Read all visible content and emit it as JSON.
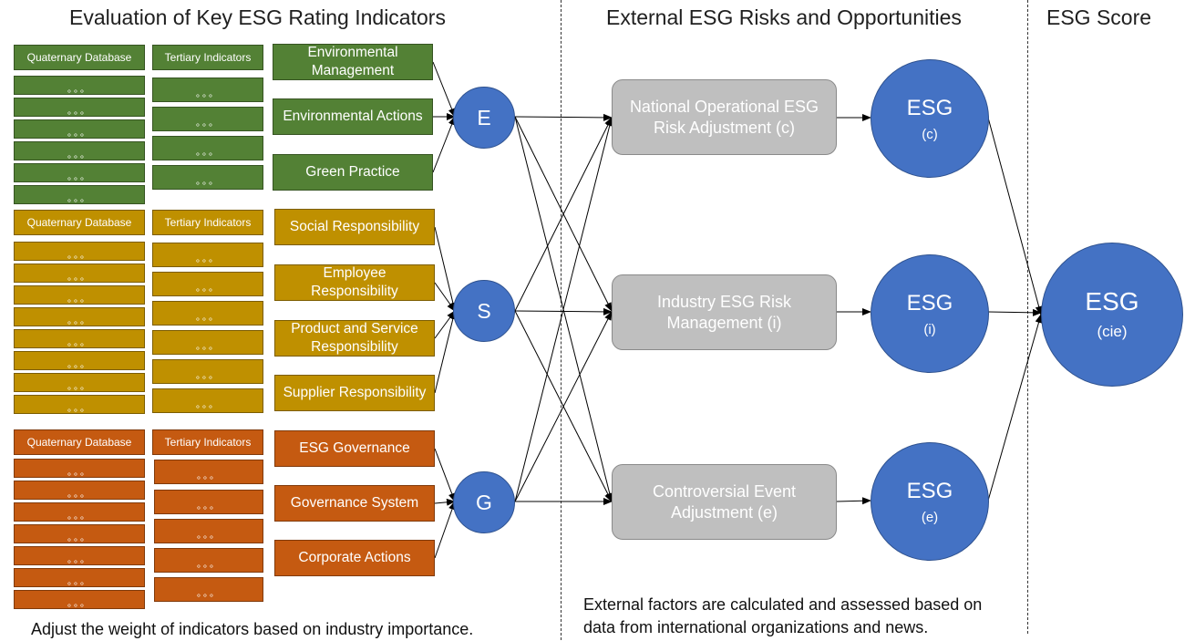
{
  "headers": {
    "evaluation": "Evaluation of Key ESG Rating Indicators",
    "external": "External ESG Risks and Opportunities",
    "score": "ESG Score"
  },
  "footnotes": {
    "left": "Adjust the weight of indicators based on industry importance.",
    "middle": "External factors are calculated and assessed based on data from international organizations and news."
  },
  "groups": [
    {
      "key": "environment",
      "color": "#538135",
      "quaternary_header": "Quaternary Database",
      "tertiary_header": "Tertiary Indicators",
      "dots": "。。。",
      "indicators": [
        "Environmental Management",
        "Environmental Actions",
        "Green Practice"
      ],
      "pillar": "E"
    },
    {
      "key": "social",
      "color": "#bf9000",
      "quaternary_header": "Quaternary Database",
      "tertiary_header": "Tertiary Indicators",
      "dots": "。。。",
      "indicators": [
        "Social Responsibility",
        "Employee Responsibility",
        "Product and Service Responsibility",
        "Supplier Responsibility"
      ],
      "pillar": "S"
    },
    {
      "key": "governance",
      "color": "#c55a11",
      "quaternary_header": "Quaternary Database",
      "tertiary_header": "Tertiary Indicators",
      "dots": "。。。",
      "indicators": [
        "ESG Governance",
        "Governance System",
        "Corporate Actions"
      ],
      "pillar": "G"
    }
  ],
  "risks": [
    {
      "label": "National Operational ESG Risk Adjustment (c)",
      "score_main": "ESG",
      "score_sub": "(c)"
    },
    {
      "label": "Industry ESG Risk Management (i)",
      "score_main": "ESG",
      "score_sub": "(i)"
    },
    {
      "label": "Controversial Event Adjustment (e)",
      "score_main": "ESG",
      "score_sub": "(e)"
    }
  ],
  "final_score": {
    "main": "ESG",
    "sub": "(cie)"
  },
  "colors": {
    "environment": "#538135",
    "social": "#bf9000",
    "governance": "#c55a11",
    "circle": "#4472c4",
    "risk_box": "#bfbfbf"
  }
}
